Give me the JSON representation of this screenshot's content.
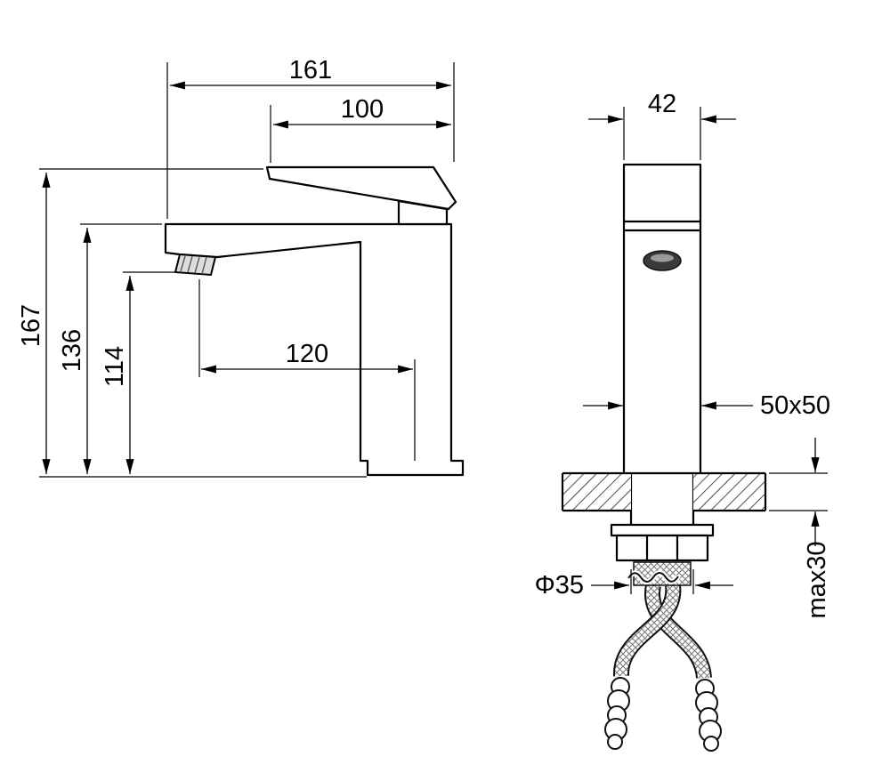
{
  "colors": {
    "ink": "#000000",
    "background": "#ffffff"
  },
  "views": {
    "side": {
      "dims": {
        "overall_length": "161",
        "handle_length": "100",
        "overall_height": "167",
        "body_height": "136",
        "spout_height": "114",
        "spout_reach": "120"
      }
    },
    "front": {
      "dims": {
        "body_width": "42",
        "base_section": "50x50",
        "mounting_hole": "Φ35",
        "max_mounting_thickness": "max30"
      }
    }
  }
}
